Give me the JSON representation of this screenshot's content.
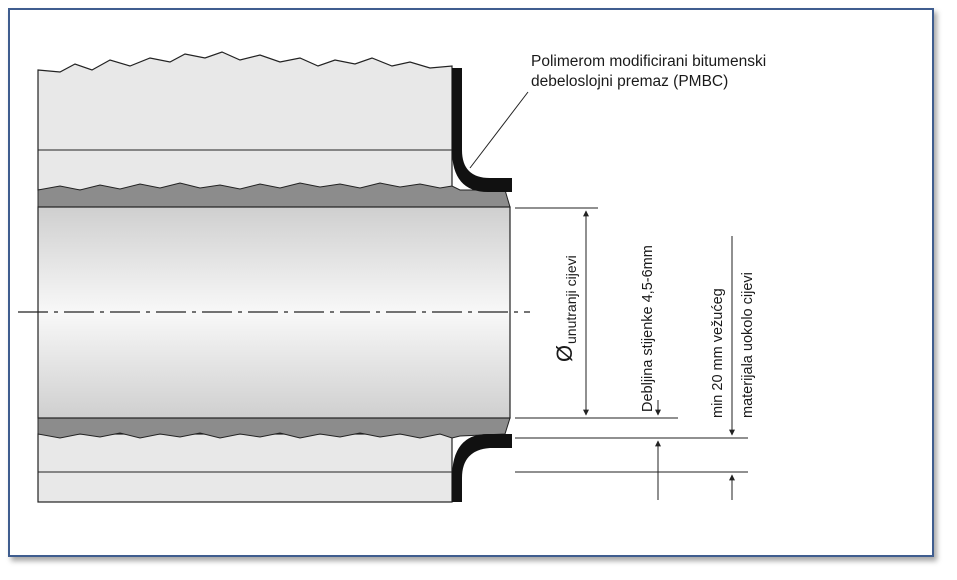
{
  "labels": {
    "coating_line1": "Polimerom modificirani bitumenski",
    "coating_line2": "debeloslojni premaz (PMBC)",
    "diameter_symbol": "Ø",
    "diameter_sub": "unutranji cijevi",
    "wall_thickness": "Debljina stijenke 4,5-6mm",
    "min_cover_line1": "min 20 mm vežućeg",
    "min_cover_line2": "materijala uokolo cijevi"
  },
  "colors": {
    "frame_border": "#3f5d8f",
    "concrete": "#e6e6e6",
    "pipe_wall": "#8c8c8c",
    "pipe_bore_edge": "#d2d2d2",
    "pipe_bore_center": "#f7f7f7",
    "coating": "#111111",
    "line": "#222222"
  }
}
